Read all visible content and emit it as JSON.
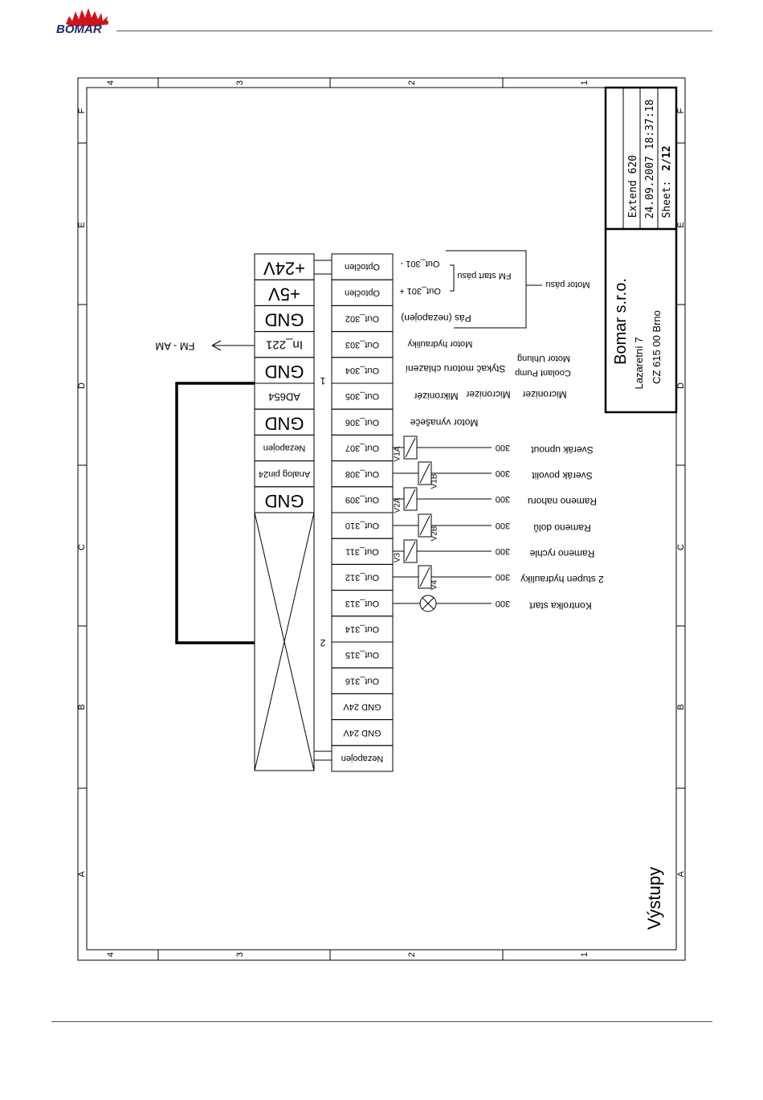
{
  "header": {
    "logo_text": "BOMAR"
  },
  "frame": {
    "col_labels": [
      "4",
      "3",
      "2",
      "1"
    ],
    "row_labels": [
      "F",
      "E",
      "D",
      "C",
      "B",
      "A"
    ]
  },
  "title_block": {
    "company": "Bomar s.r.o.",
    "street": "Lazaretní 7",
    "city": "CZ 615 00  Brno",
    "project": "Extend 620",
    "datetime": "24.09.2007 18:37:18",
    "sheet_label": "Sheet:",
    "sheet_value": "2/12"
  },
  "drawing_title": "Výstupy",
  "connector_left": {
    "top_cells": [
      "+24V",
      "+5V",
      "GND",
      "In_221",
      "GND",
      "AD654",
      "GND",
      "Nezapojen",
      "Analog pin24",
      "GND"
    ],
    "pin_markers": [
      "1",
      "2"
    ]
  },
  "connector_right": {
    "cells": [
      "Optočlen",
      "Optočlen",
      "Out_302",
      "Out_303",
      "Out_304",
      "Out_305",
      "Out_306",
      "Out_307",
      "Out_308",
      "Out_309",
      "Out_310",
      "Out_311",
      "Out_312",
      "Out_313",
      "Out_314",
      "Out_315",
      "Out_316",
      "GND 24V",
      "GND 24V",
      "Nezapojen"
    ]
  },
  "fm_arrow": "FM - AM",
  "motor_pasu": {
    "out_plus": "Out_301 +",
    "out_minus": "Out_301 -",
    "fm_start": "FM start pásu",
    "pas": "Pás (nezapojen)",
    "motor": "Motor pásu"
  },
  "labels": {
    "motor_hydrauliky": "Motor hydrauliky",
    "stykac": "Stykač motoru chlazení",
    "coolant_pump": "Coolant Pump",
    "motor_uhlung": "Motor Uhlung",
    "mikronizer": "Mikronizér",
    "micronizer1": "Micronizer",
    "micronizer2": "Micronizer",
    "motor_vynasece": "Motor vynašeče"
  },
  "valves": [
    {
      "tag": "V1A",
      "value": "300",
      "desc": "Sverák upnout"
    },
    {
      "tag": "V1B",
      "value": "300",
      "desc": "Sverák povolit"
    },
    {
      "tag": "V2A",
      "value": "300",
      "desc": "Rameno nahoru"
    },
    {
      "tag": "V2B",
      "value": "300",
      "desc": "Rameno dolů"
    },
    {
      "tag": "V3",
      "value": "300",
      "desc": "Rameno rychle"
    },
    {
      "tag": "V4",
      "value": "300",
      "desc": "2 stupen hydrauliky"
    }
  ],
  "lamp": {
    "value": "300",
    "desc": "Kontrolka  start"
  }
}
